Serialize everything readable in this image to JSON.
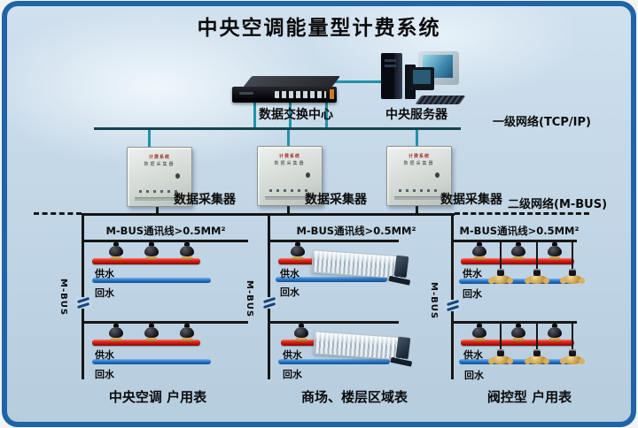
{
  "title": "中央空调能量型计费系统",
  "top_network": {
    "switch_label": "数据交换中心",
    "server_label": "中央服务器",
    "level1_network_label": "一级网络(TCP/IP)"
  },
  "collectors": {
    "label": "数据采集器",
    "panel_text_line1": "计费系统",
    "panel_text_line2": "数据采集器",
    "level2_network_label": "二级网络(M-BUS)"
  },
  "columns": [
    {
      "mbus_cable_label": "M-BUS通讯线>0.5MM²",
      "vertical_bus_label": "M-BUS",
      "supply_label": "供水",
      "return_label": "回水",
      "bottom_label": "中央空调 户用表"
    },
    {
      "mbus_cable_label": "M-BUS通讯线>0.5MM²",
      "vertical_bus_label": "M-BUS",
      "supply_label": "供水",
      "return_label": "回水",
      "bottom_label": "商场、楼层区域表"
    },
    {
      "mbus_cable_label": "M-BUS通讯线>0.5MM²",
      "vertical_bus_label": "M-BUS",
      "supply_label": "供水",
      "return_label": "回水",
      "bottom_label": "阀控型 户用表"
    }
  ],
  "colors": {
    "frame": "#2063a8",
    "background": "#c3d7e7",
    "tcp_line": "#134450",
    "mbus_drop_line": "#1e93a8",
    "bus_line": "#161616",
    "supply_pipe": "#cc1c10",
    "return_pipe": "#2b79cc"
  }
}
